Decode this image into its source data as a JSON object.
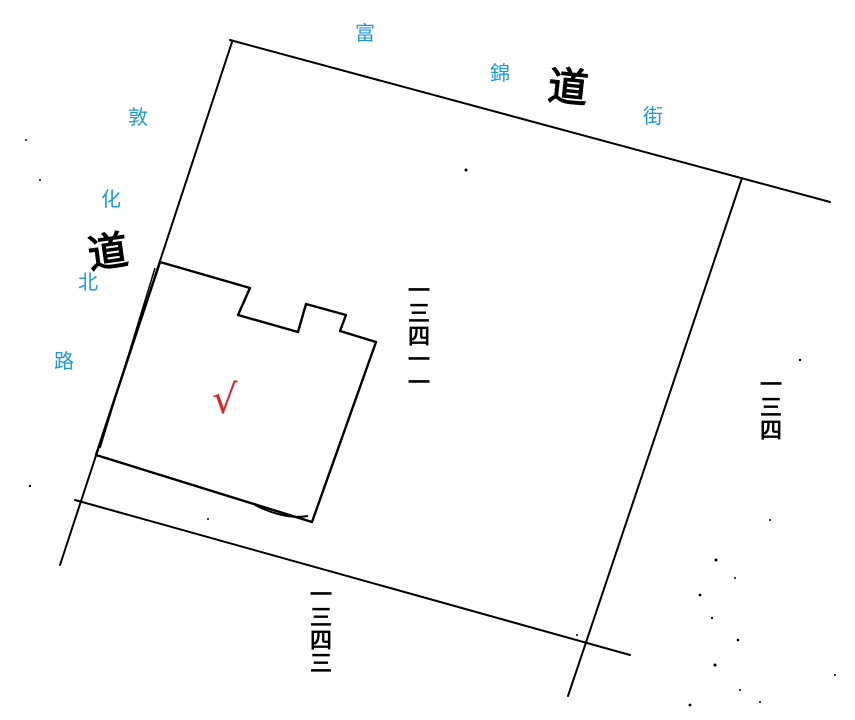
{
  "labels": {
    "fu": "富",
    "jin": "錦",
    "jie": "街",
    "dun": "敦",
    "hua": "化",
    "bei": "北",
    "lu": "路"
  },
  "road_marks": {
    "top": "道",
    "left": "道"
  },
  "parcel_numbers": {
    "center": [
      "一",
      "三",
      "四",
      "一",
      "一"
    ],
    "right": [
      "一",
      "三",
      "四"
    ],
    "bottom": [
      "一",
      "三",
      "四",
      "三"
    ]
  },
  "check_mark": "√",
  "colors": {
    "label_blue": "#1a9ad6",
    "check_red": "#d8272b",
    "ink": "#000000"
  }
}
